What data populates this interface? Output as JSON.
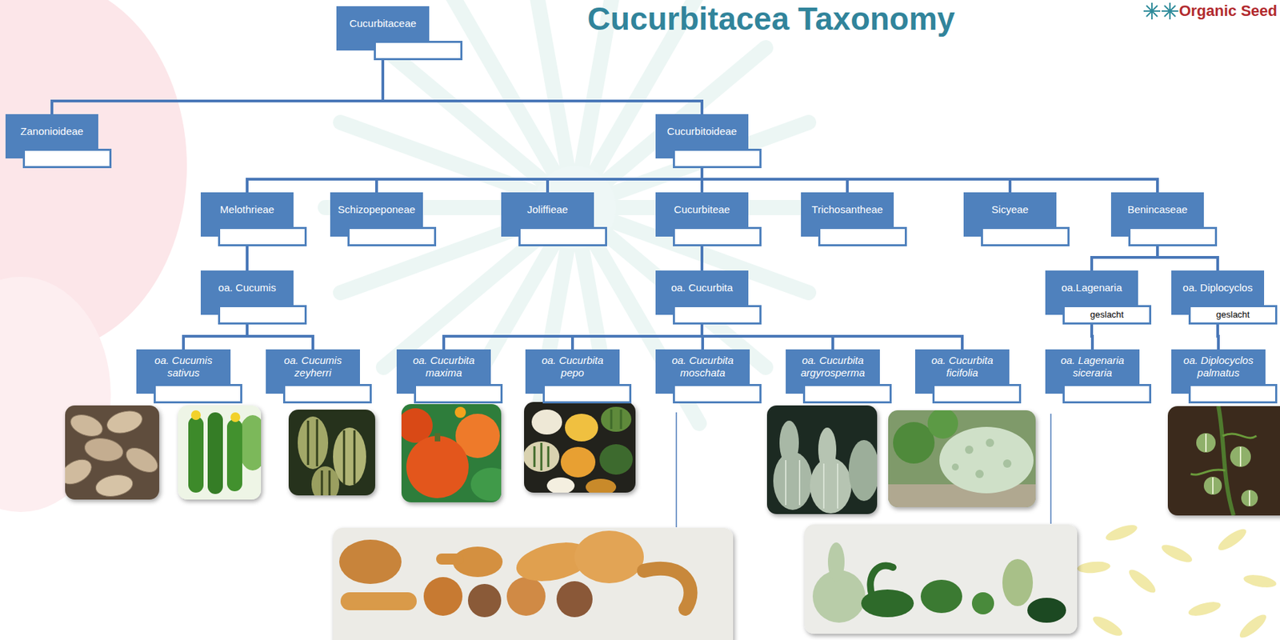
{
  "diagram": {
    "title": "Cucurbitacea Taxonomy",
    "nodes": [
      {
        "text": [
          "Cucurbitaceae"
        ]
      },
      {
        "text": [
          "Zanonioideae"
        ]
      },
      {
        "text": [
          "Cucurbitoideae"
        ]
      },
      {
        "text": [
          "Melothrieae"
        ]
      },
      {
        "text": [
          "Schizopeponeae"
        ]
      },
      {
        "text": [
          "Joliffieae"
        ]
      },
      {
        "text": [
          "Cucurbiteae"
        ]
      },
      {
        "text": [
          "Trichosantheae"
        ]
      },
      {
        "text": [
          "Sicyeae"
        ]
      },
      {
        "text": [
          "Benincaseae"
        ]
      },
      {
        "text": [
          "oa. Cucumis"
        ]
      },
      {
        "text": [
          "oa. Cucurbita"
        ]
      },
      {
        "text": [
          "oa.Lagenaria",
          "geslacht"
        ]
      },
      {
        "text": [
          "oa. Diplocyclos",
          "geslacht"
        ]
      },
      {
        "text": [
          "oa. Cucumis sativus"
        ]
      },
      {
        "text": [
          "oa. Cucumis zeyherri"
        ]
      },
      {
        "text": [
          "oa. Cucurbita maxima"
        ]
      },
      {
        "text": [
          "oa. Cucurbita pepo"
        ]
      },
      {
        "text": [
          "oa. Cucurbita moschata"
        ]
      },
      {
        "text": [
          "oa. Cucurbita argyrosperma"
        ]
      },
      {
        "text": [
          "oa. Cucurbita ficifolia"
        ]
      },
      {
        "text": [
          "oa. Lagenaria siceraria"
        ]
      },
      {
        "text": [
          "oa. Diplocyclos palmatus"
        ]
      }
    ],
    "edges": [
      {
        "from": 0,
        "to": 1,
        "arrow": "none"
      },
      {
        "from": 0,
        "to": 2,
        "arrow": "none"
      },
      {
        "from": 2,
        "to": 3,
        "arrow": "none"
      },
      {
        "from": 2,
        "to": 4,
        "arrow": "none"
      },
      {
        "from": 2,
        "to": 5,
        "arrow": "none"
      },
      {
        "from": 2,
        "to": 6,
        "arrow": "none"
      },
      {
        "from": 2,
        "to": 7,
        "arrow": "none"
      },
      {
        "from": 2,
        "to": 8,
        "arrow": "none"
      },
      {
        "from": 2,
        "to": 9,
        "arrow": "none"
      },
      {
        "from": 3,
        "to": 10,
        "arrow": "none"
      },
      {
        "from": 6,
        "to": 11,
        "arrow": "none"
      },
      {
        "from": 9,
        "to": 12,
        "arrow": "none"
      },
      {
        "from": 9,
        "to": 13,
        "arrow": "none"
      },
      {
        "from": 10,
        "to": 14,
        "arrow": "none"
      },
      {
        "from": 10,
        "to": 15,
        "arrow": "none"
      },
      {
        "from": 11,
        "to": 16,
        "arrow": "none"
      },
      {
        "from": 11,
        "to": 17,
        "arrow": "none"
      },
      {
        "from": 11,
        "to": 18,
        "arrow": "none"
      },
      {
        "from": 11,
        "to": 19,
        "arrow": "none"
      },
      {
        "from": 11,
        "to": 20,
        "arrow": "none"
      },
      {
        "from": 12,
        "to": 21,
        "arrow": "none"
      },
      {
        "from": 13,
        "to": 22,
        "arrow": "none"
      }
    ],
    "labels": [
      "Organic Seed"
    ]
  }
}
